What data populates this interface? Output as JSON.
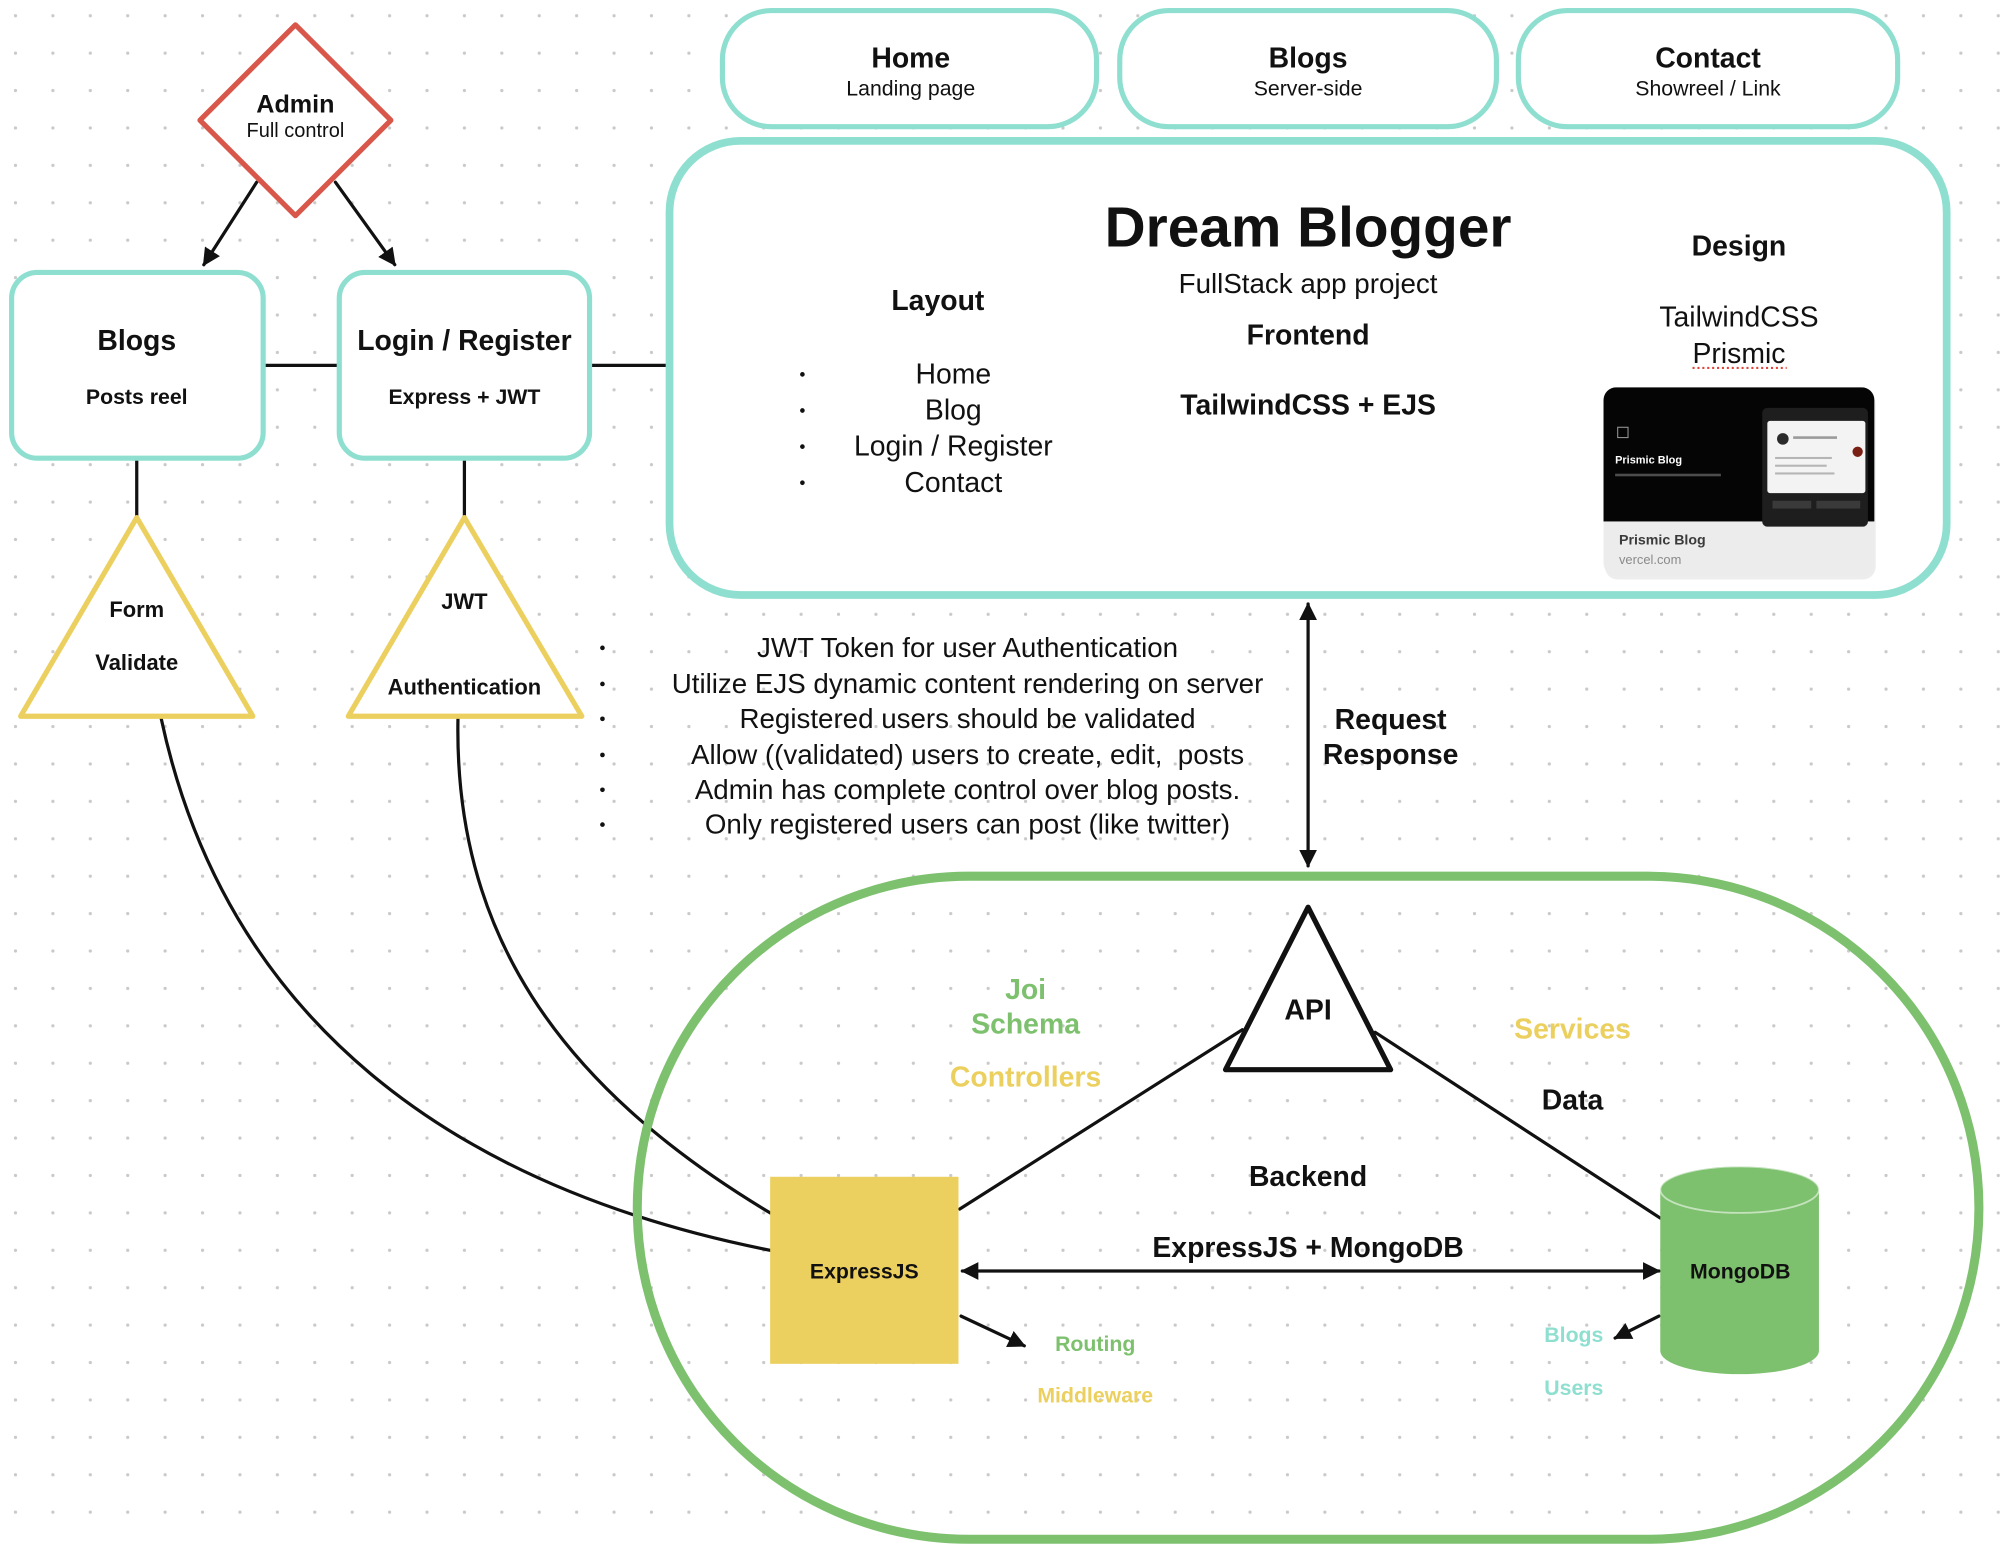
{
  "colors": {
    "teal": "#8edfd0",
    "red": "#d9574a",
    "yellow": "#ecd05f",
    "green": "#7dc16e",
    "ink": "#111111",
    "dots": "#c9c9c9"
  },
  "admin": {
    "title": "Admin",
    "subtitle": "Full control"
  },
  "blogs_node": {
    "title": "Blogs",
    "subtitle": "Posts reel"
  },
  "login_node": {
    "title": "Login / Register",
    "subtitle": "Express + JWT"
  },
  "form_node": {
    "line1": "Form",
    "line2": "Validate"
  },
  "jwt_node": {
    "line1": "JWT",
    "line2": "Authentication"
  },
  "nav": [
    {
      "label": "Home",
      "subtitle": "Landing page"
    },
    {
      "label": "Blogs",
      "subtitle": "Server-side"
    },
    {
      "label": "Contact",
      "subtitle": "Showreel / Link"
    }
  ],
  "frontend": {
    "title": "Dream Blogger",
    "subtitle": "FullStack app project",
    "heading": "Frontend",
    "stack": "TailwindCSS + EJS",
    "layout": {
      "heading": "Layout",
      "items": [
        "Home",
        "Blog",
        "Login / Register",
        "Contact"
      ]
    },
    "design": {
      "heading": "Design",
      "items": [
        "TailwindCSS",
        "Prismic"
      ]
    },
    "link_card": {
      "preview_title": "Prismic Blog",
      "title": "Prismic Blog",
      "domain": "vercel.com"
    }
  },
  "connection": {
    "request": "Request",
    "response": "Response"
  },
  "requirements": [
    "JWT Token for user Authentication",
    "Utilize EJS dynamic content rendering on server",
    "Registered users should be validated",
    "Allow ((validated) users to create, edit,  posts",
    "Admin has complete control over blog posts.",
    "Only registered users can post (like twitter)"
  ],
  "backend": {
    "api": "API",
    "validation": [
      "Joi",
      "Schema"
    ],
    "controllers": "Controllers",
    "services": "Services",
    "data": "Data",
    "heading": "Backend",
    "stack": "ExpressJS + MongoDB",
    "server": "ExpressJS",
    "database": "MongoDB",
    "server_parts": [
      "Routing",
      "Middleware"
    ],
    "collections": [
      "Blogs",
      "Users"
    ]
  }
}
